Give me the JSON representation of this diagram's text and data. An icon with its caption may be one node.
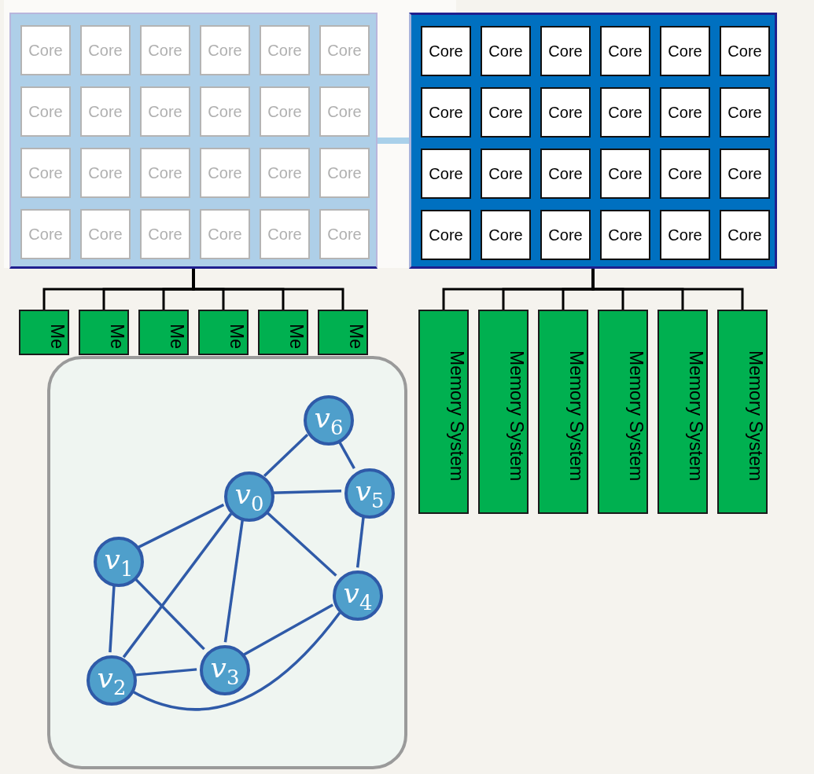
{
  "diagram": {
    "nodes": [
      {
        "text": [],
        "shape": "box"
      },
      {
        "text": [
          "Core"
        ],
        "in": 0
      },
      {
        "text": [
          "Core"
        ],
        "in": 0
      },
      {
        "text": [
          "Core"
        ],
        "in": 0
      },
      {
        "text": [
          "Core"
        ],
        "in": 0
      },
      {
        "text": [
          "Core"
        ],
        "in": 0
      },
      {
        "text": [
          "Core"
        ],
        "in": 0
      },
      {
        "text": [
          "Core"
        ],
        "in": 0
      },
      {
        "text": [
          "Core"
        ],
        "in": 0
      },
      {
        "text": [
          "Core"
        ],
        "in": 0
      },
      {
        "text": [
          "Core"
        ],
        "in": 0
      },
      {
        "text": [
          "Core"
        ],
        "in": 0
      },
      {
        "text": [
          "Core"
        ],
        "in": 0
      },
      {
        "text": [
          "Core"
        ],
        "in": 0
      },
      {
        "text": [
          "Core"
        ],
        "in": 0
      },
      {
        "text": [
          "Core"
        ],
        "in": 0
      },
      {
        "text": [
          "Core"
        ],
        "in": 0
      },
      {
        "text": [
          "Core"
        ],
        "in": 0
      },
      {
        "text": [
          "Core"
        ],
        "in": 0
      },
      {
        "text": [
          "Core"
        ],
        "in": 0
      },
      {
        "text": [
          "Core"
        ],
        "in": 0
      },
      {
        "text": [
          "Core"
        ],
        "in": 0
      },
      {
        "text": [
          "Core"
        ],
        "in": 0
      },
      {
        "text": [
          "Core"
        ],
        "in": 0
      },
      {
        "text": [
          "Core"
        ],
        "in": 0
      },
      {
        "text": [],
        "shape": "box"
      },
      {
        "text": [
          "Core"
        ],
        "in": 25
      },
      {
        "text": [
          "Core"
        ],
        "in": 25
      },
      {
        "text": [
          "Core"
        ],
        "in": 25
      },
      {
        "text": [
          "Core"
        ],
        "in": 25
      },
      {
        "text": [
          "Core"
        ],
        "in": 25
      },
      {
        "text": [
          "Core"
        ],
        "in": 25
      },
      {
        "text": [
          "Core"
        ],
        "in": 25
      },
      {
        "text": [
          "Core"
        ],
        "in": 25
      },
      {
        "text": [
          "Core"
        ],
        "in": 25
      },
      {
        "text": [
          "Core"
        ],
        "in": 25
      },
      {
        "text": [
          "Core"
        ],
        "in": 25
      },
      {
        "text": [
          "Core"
        ],
        "in": 25
      },
      {
        "text": [
          "Core"
        ],
        "in": 25
      },
      {
        "text": [
          "Core"
        ],
        "in": 25
      },
      {
        "text": [
          "Core"
        ],
        "in": 25
      },
      {
        "text": [
          "Core"
        ],
        "in": 25
      },
      {
        "text": [
          "Core"
        ],
        "in": 25
      },
      {
        "text": [
          "Core"
        ],
        "in": 25
      },
      {
        "text": [
          "Core"
        ],
        "in": 25
      },
      {
        "text": [
          "Core"
        ],
        "in": 25
      },
      {
        "text": [
          "Core"
        ],
        "in": 25
      },
      {
        "text": [
          "Core"
        ],
        "in": 25
      },
      {
        "text": [
          "Core"
        ],
        "in": 25
      },
      {
        "text": [
          "Core"
        ],
        "in": 25
      },
      {
        "text": [
          "Me"
        ]
      },
      {
        "text": [
          "Me"
        ]
      },
      {
        "text": [
          "Me"
        ]
      },
      {
        "text": [
          "Me"
        ]
      },
      {
        "text": [
          "Me"
        ]
      },
      {
        "text": [
          "Me"
        ]
      },
      {
        "text": [
          "Memory System"
        ]
      },
      {
        "text": [
          "Memory System"
        ]
      },
      {
        "text": [
          "Memory System"
        ]
      },
      {
        "text": [
          "Memory System"
        ]
      },
      {
        "text": [
          "Memory System"
        ]
      },
      {
        "text": [
          "Memory System"
        ]
      },
      {
        "text": [],
        "shape": "box"
      },
      {
        "text": [
          "v$_{0}$"
        ],
        "in": 62
      },
      {
        "text": [
          "v$_{1}$"
        ],
        "in": 62
      },
      {
        "text": [
          "v$_{2}$"
        ],
        "in": 62
      },
      {
        "text": [
          "v$_{3}$"
        ],
        "in": 62
      },
      {
        "text": [
          "v$_{4}$"
        ],
        "in": 62
      },
      {
        "text": [
          "v$_{5}$"
        ],
        "in": 62
      },
      {
        "text": [
          "v$_{6}$"
        ],
        "in": 62
      }
    ],
    "edges": [
      {
        "from": 0,
        "to": 25,
        "arrow": "none",
        "style": "thick",
        "color": "#a9d0ea"
      },
      {
        "from": 0,
        "to": 50,
        "arrow": "none",
        "color": "#000000"
      },
      {
        "from": 0,
        "to": 51,
        "arrow": "none",
        "color": "#000000"
      },
      {
        "from": 0,
        "to": 52,
        "arrow": "none",
        "color": "#000000"
      },
      {
        "from": 0,
        "to": 53,
        "arrow": "none",
        "color": "#000000"
      },
      {
        "from": 0,
        "to": 54,
        "arrow": "none",
        "color": "#000000"
      },
      {
        "from": 0,
        "to": 55,
        "arrow": "none",
        "color": "#000000"
      },
      {
        "from": 25,
        "to": 56,
        "arrow": "none",
        "color": "#000000"
      },
      {
        "from": 25,
        "to": 57,
        "arrow": "none",
        "color": "#000000"
      },
      {
        "from": 25,
        "to": 58,
        "arrow": "none",
        "color": "#000000"
      },
      {
        "from": 25,
        "to": 59,
        "arrow": "none",
        "color": "#000000"
      },
      {
        "from": 25,
        "to": 60,
        "arrow": "none",
        "color": "#000000"
      },
      {
        "from": 25,
        "to": 61,
        "arrow": "none",
        "color": "#000000"
      },
      {
        "from": 69,
        "to": 63,
        "arrow": "none"
      },
      {
        "from": 69,
        "to": 68,
        "arrow": "none"
      },
      {
        "from": 63,
        "to": 68,
        "arrow": "none"
      },
      {
        "from": 63,
        "to": 64,
        "arrow": "none"
      },
      {
        "from": 63,
        "to": 65,
        "arrow": "none"
      },
      {
        "from": 63,
        "to": 66,
        "arrow": "none"
      },
      {
        "from": 63,
        "to": 67,
        "arrow": "none"
      },
      {
        "from": 68,
        "to": 67,
        "arrow": "none"
      },
      {
        "from": 64,
        "to": 65,
        "arrow": "none"
      },
      {
        "from": 64,
        "to": 66,
        "arrow": "none"
      },
      {
        "from": 65,
        "to": 66,
        "arrow": "none"
      },
      {
        "from": 66,
        "to": 67,
        "arrow": "none"
      },
      {
        "from": 65,
        "to": 67,
        "arrow": "none"
      }
    ]
  }
}
